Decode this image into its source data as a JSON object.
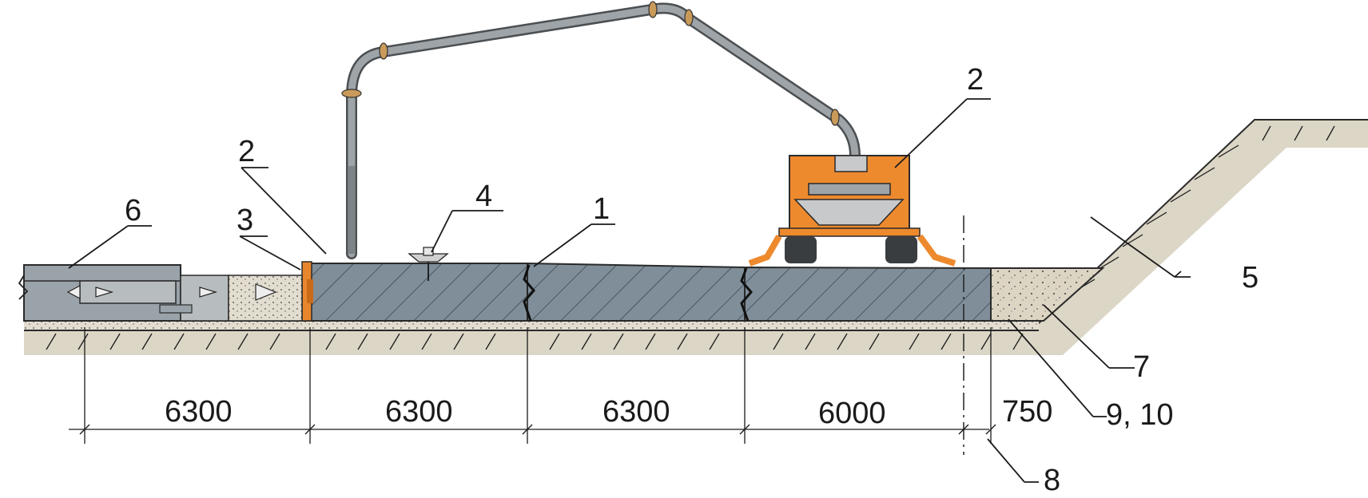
{
  "diagram": {
    "callouts": {
      "slab": "1",
      "machine_left": "2",
      "machine_right": "2",
      "end_form": "3",
      "anchor": "4",
      "slope": "5",
      "existing": "6",
      "backfill": "7",
      "dimension_8": "8",
      "base_layers": "9, 10"
    },
    "dimensions": [
      "6300",
      "6300",
      "6300",
      "6000",
      "750"
    ]
  }
}
